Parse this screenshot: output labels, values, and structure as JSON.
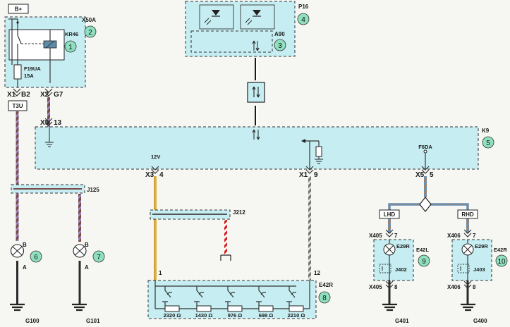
{
  "colors": {
    "module_fill": "#c6eef2",
    "reference_circle": "#8fe0bf",
    "wire_dark": "#3a3a3a",
    "wire_brown_red": "#7a4a4a",
    "wire_yellow": "#e0b040",
    "wire_blue": "#6a8fb0",
    "wire_red": "#d02020"
  },
  "supply": {
    "label": "B+"
  },
  "x50a": {
    "name": "X50A",
    "ref": "2",
    "relay_name": "KR46",
    "relay_ref": "1",
    "fuse_name": "F19UA",
    "fuse_rating": "15A"
  },
  "p16": {
    "name": "P16",
    "ref": "4",
    "sub_name": "A90",
    "sub_ref": "3"
  },
  "k9": {
    "name": "K9",
    "ref": "5"
  },
  "connectors": {
    "x1_left": "X1",
    "b2": "B2",
    "x2": "X2",
    "g7": "G7",
    "t3u": "T3U",
    "x5_top": "X5",
    "pin13": "13",
    "v12": "12V",
    "x3": "X3",
    "pin4": "4",
    "x1_mid": "X1",
    "pin9": "9",
    "f6da": "F6DA",
    "x5_right": "X5",
    "pin5": "5",
    "j125": "J125",
    "j212": "J212"
  },
  "lamps": {
    "lamp6": {
      "ref": "6",
      "pin_top": "B",
      "pin_bottom": "A"
    },
    "lamp7": {
      "ref": "7",
      "pin_top": "B",
      "pin_bottom": "A"
    }
  },
  "grounds": {
    "g100": "G100",
    "g101": "G101",
    "g401": "G401",
    "g400": "G400"
  },
  "e42r_main": {
    "name": "E42R",
    "ref": "8",
    "pin_left": "1",
    "pin_right": "12",
    "resistors": [
      "2320 Ω",
      "1430 Ω",
      "976 Ω",
      "698 Ω",
      "2210 Ω"
    ]
  },
  "lhd": {
    "label": "LHD",
    "connector": "X405",
    "pin_top": "7",
    "pin_bottom": "8",
    "lamp": "E29R",
    "module": "E42L",
    "switch": "J402",
    "ref": "9",
    "ground": "G401"
  },
  "rhd": {
    "label": "RHD",
    "connector": "X406",
    "pin_top": "7",
    "pin_bottom": "8",
    "lamp": "E29R",
    "module": "E42R",
    "switch": "J403",
    "ref": "10",
    "ground": "G400"
  }
}
